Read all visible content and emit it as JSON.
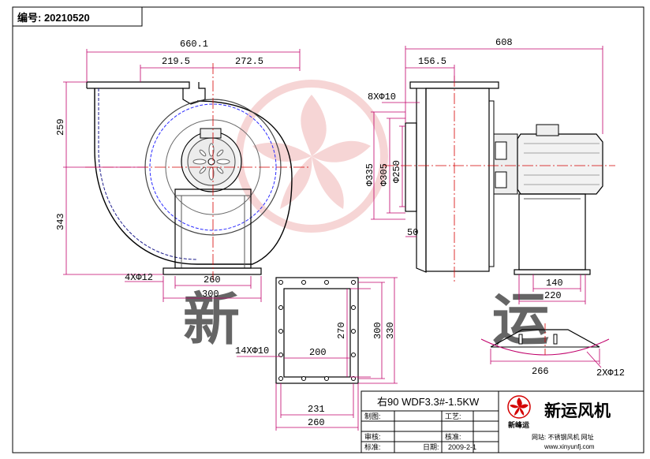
{
  "serial": "编号: 20210520",
  "colors": {
    "dim": "#c0006a",
    "center": "#d40000",
    "blue": "#2a2aff",
    "outline": "#000000",
    "grey": "#444444"
  },
  "front": {
    "dims": {
      "total_width": "660.1",
      "left": "219.5",
      "right": "272.5",
      "upper_h": "259",
      "lower_h": "343",
      "holes": "4XΦ12",
      "base_inner": "260",
      "base_outer": "300"
    }
  },
  "side": {
    "dims": {
      "total": "608",
      "inlet_offset": "156.5",
      "bolts": "8XΦ10",
      "d1": "Φ335",
      "d2": "Φ305",
      "d3": "Φ250",
      "flange": "50",
      "base_inner": "140",
      "base_outer": "220"
    }
  },
  "outlet": {
    "dims": {
      "holes": "14XΦ10",
      "inner_w": "200",
      "inner_h": "270",
      "mid_h": "300",
      "outer_h": "330",
      "mid_w": "231",
      "outer_w": "260"
    }
  },
  "base_detail": {
    "dims": {
      "width": "266",
      "holes": "2XΦ12"
    }
  },
  "watermark": {
    "text": "新 运"
  },
  "title_block": {
    "model": "右90 WDF3.3#-1.5KW",
    "company": "新运风机",
    "logo_text": "新峰运",
    "website_label": "网站: 不锈钢风机 网址",
    "website_url": "www.xinyunfj.com",
    "labels": {
      "design": "制图:",
      "process": "工艺:",
      "review": "审核:",
      "approve": "核准:",
      "standard": "标准:",
      "date": "日期:"
    },
    "date": "2009-2-1"
  }
}
